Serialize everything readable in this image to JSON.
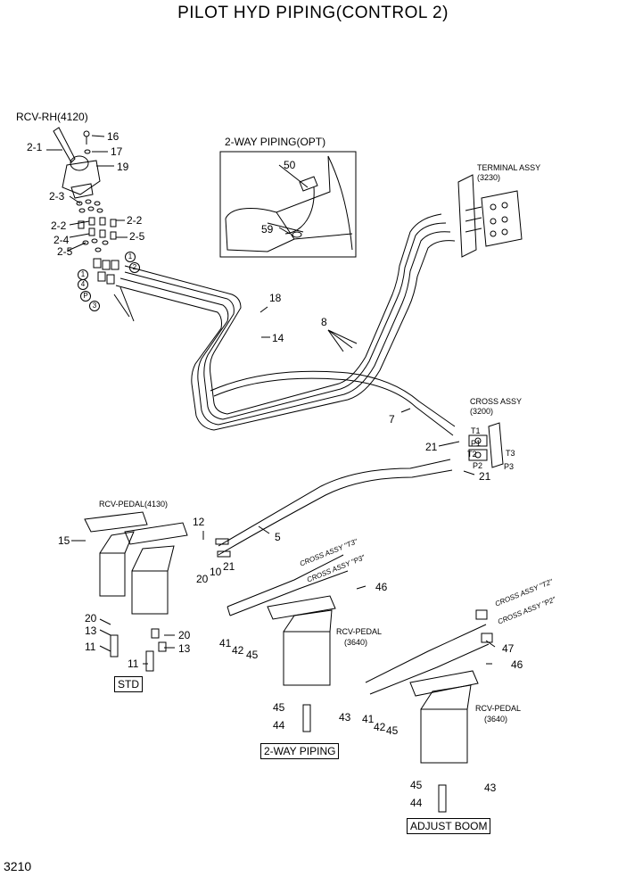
{
  "title": "PILOT HYD PIPING(CONTROL 2)",
  "page_number": "3210",
  "rcv_rh": "RCV-RH(4120)",
  "two_way_opt": "2-WAY PIPING(OPT)",
  "terminal_assy": "TERMINAL ASSY",
  "terminal_code": "(3230)",
  "cross_assy": "CROSS ASSY",
  "cross_code": "(3200)",
  "rcv_pedal_4130": "RCV-PEDAL(4130)",
  "rcv_pedal": "RCV-PEDAL",
  "rcv_pedal_code": "(3640)",
  "cross_t3": "CROSS ASSY \"T3\"",
  "cross_p3": "CROSS ASSY \"P3\"",
  "cross_t2": "CROSS ASSY \"T2\"",
  "cross_p2": "CROSS ASSY \"P2\"",
  "box_std": "STD",
  "box_2way": "2-WAY PIPING",
  "box_adjust": "ADJUST BOOM",
  "port_t1": "T1",
  "port_p1": "P1",
  "port_t2": "T2",
  "port_p2": "P2",
  "port_t3": "T3",
  "port_p3": "P3",
  "circ_1": "1",
  "circ_2": "2",
  "circ_3": "3",
  "circ_4": "4",
  "circ_p": "P",
  "parts": {
    "p2_1": "2-1",
    "p16": "16",
    "p17": "17",
    "p19": "19",
    "p2_3": "2-3",
    "p2_2a": "2-2",
    "p2_2b": "2-2",
    "p2_4": "2-4",
    "p2_5a": "2-5",
    "p2_5b": "2-5",
    "p50": "50",
    "p59": "59",
    "p18": "18",
    "p14": "14",
    "p8": "8",
    "p7": "7",
    "p21a": "21",
    "p21b": "21",
    "p21c": "21",
    "p12": "12",
    "p15": "15",
    "p5": "5",
    "p10": "10",
    "p20a": "20",
    "p20b": "20",
    "p20c": "20",
    "p13a": "13",
    "p13b": "13",
    "p11a": "11",
    "p11b": "11",
    "p46a": "46",
    "p46b": "46",
    "p47": "47",
    "p41a": "41",
    "p42a": "42",
    "p45a": "45",
    "p45b": "45",
    "p44a": "44",
    "p43a": "43",
    "p41b": "41",
    "p42b": "42",
    "p45c": "45",
    "p45d": "45",
    "p44b": "44",
    "p43b": "43"
  }
}
